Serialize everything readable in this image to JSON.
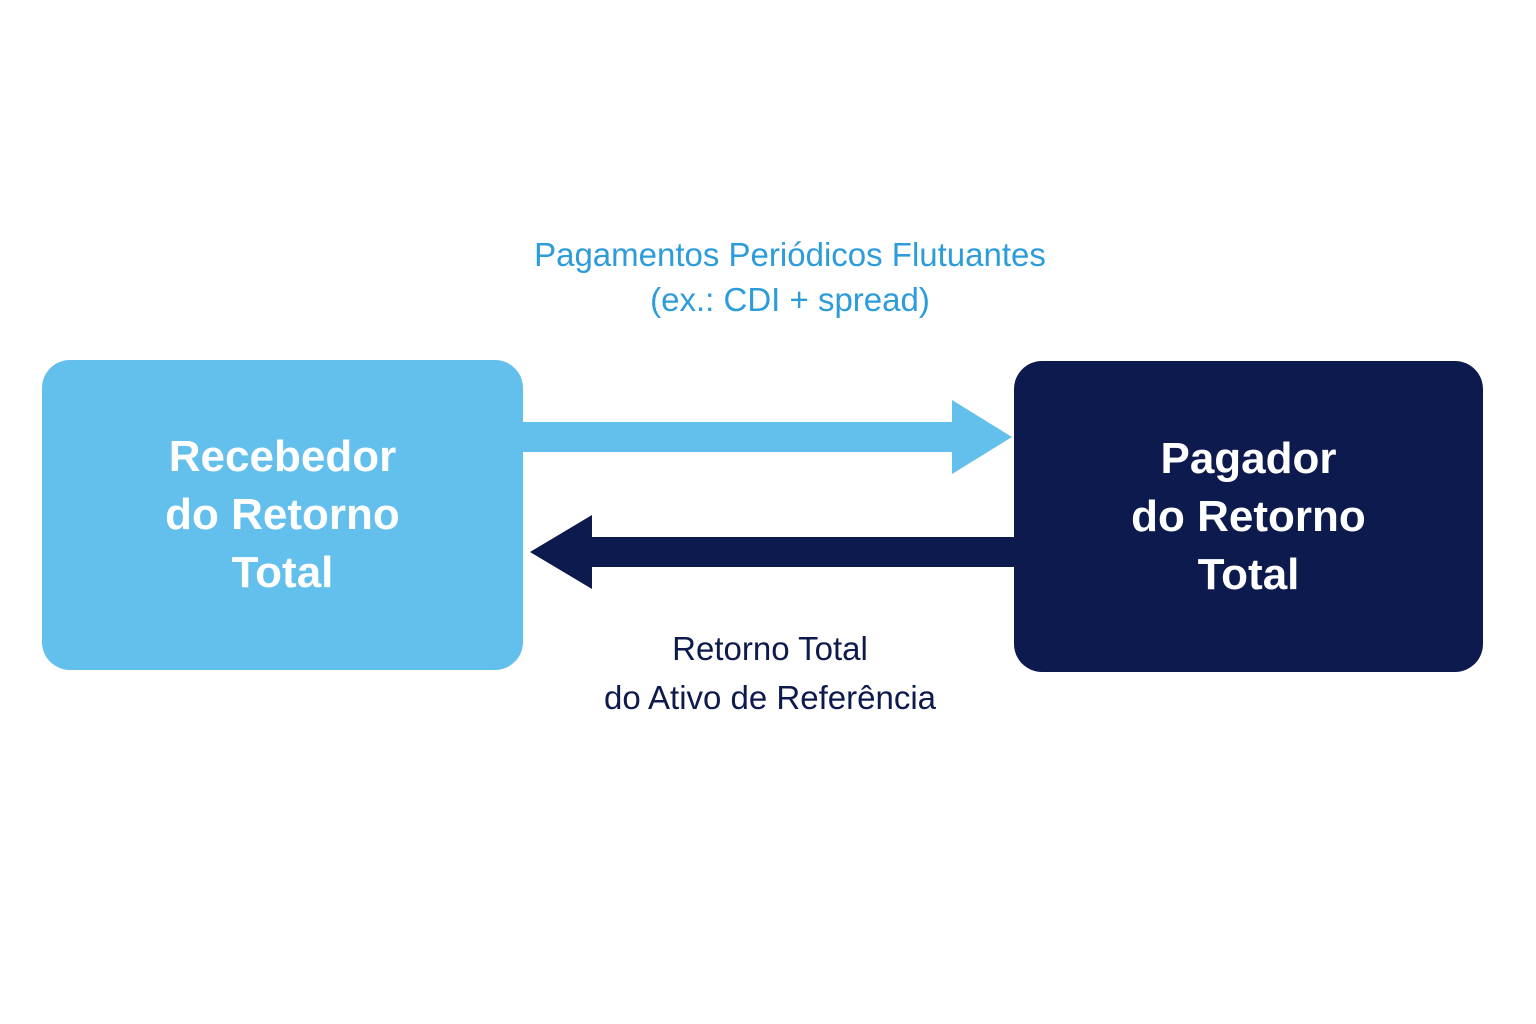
{
  "colors": {
    "light_blue": "#63BFEB",
    "navy": "#0D1A4D",
    "caption_blue": "#2D9CDA"
  },
  "top_caption": {
    "line1": "Pagamentos Periódicos Flutuantes",
    "line2": "(ex.: CDI + spread)"
  },
  "left_box": {
    "label": "Recebedor\ndo Retorno\nTotal"
  },
  "right_box": {
    "label": "Pagador\ndo Retorno\nTotal"
  },
  "bottom_caption": {
    "line1": "Retorno Total",
    "line2": "do Ativo de Referência"
  }
}
